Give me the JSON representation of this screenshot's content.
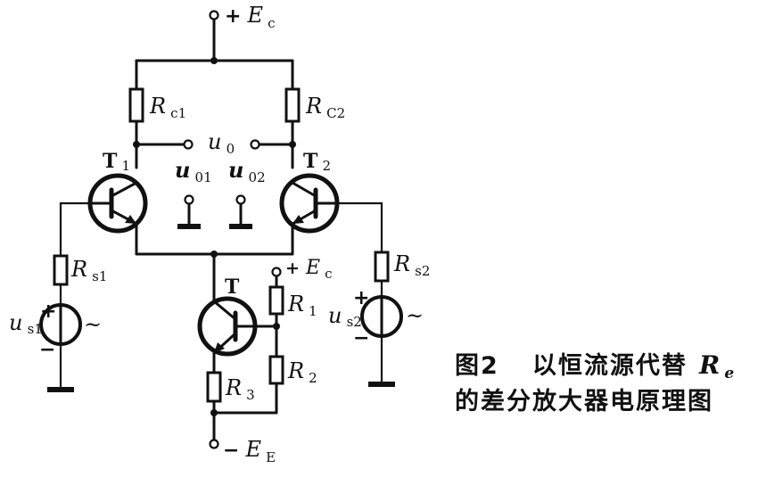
{
  "diagram": {
    "supply_pos": {
      "sign": "+",
      "symbol": "E",
      "sub": "c"
    },
    "supply_neg": {
      "sign": "−",
      "symbol": "E",
      "sub": "E"
    },
    "supply_r1": {
      "sign": "+",
      "symbol": "E",
      "sub": "c"
    },
    "rc1": {
      "symbol": "R",
      "sub": "c1"
    },
    "rc2": {
      "symbol": "R",
      "sub": "C2"
    },
    "rs1": {
      "symbol": "R",
      "sub": "s1"
    },
    "rs2": {
      "symbol": "R",
      "sub": "s2"
    },
    "r1": {
      "symbol": "R",
      "sub": "1"
    },
    "r2": {
      "symbol": "R",
      "sub": "2"
    },
    "r3": {
      "symbol": "R",
      "sub": "3"
    },
    "t1": {
      "name": "T",
      "sub": "1"
    },
    "t2": {
      "name": "T",
      "sub": "2"
    },
    "t": {
      "name": "T"
    },
    "uo": {
      "symbol": "u",
      "sub": "0"
    },
    "uo1": {
      "symbol": "u",
      "sub": "01"
    },
    "uo2": {
      "symbol": "u",
      "sub": "02"
    },
    "us1": {
      "symbol": "u",
      "sub": "s1",
      "plus": "+",
      "minus": "−",
      "ac": "~"
    },
    "us2": {
      "symbol": "u",
      "sub": "s2",
      "plus": "+",
      "minus": "−",
      "ac": "~"
    }
  },
  "caption": {
    "line1_prefix": "图2",
    "line1_text": "以恒流源代替",
    "line1_symbol": "R",
    "line1_sub": "e",
    "line2_text": "的差分放大器电原理图"
  }
}
